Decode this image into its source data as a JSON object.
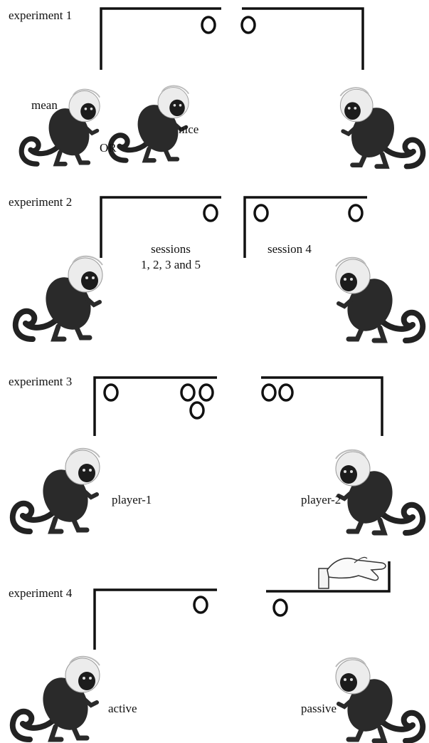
{
  "experiment1": {
    "label": "experiment 1",
    "mean": "mean",
    "nice": "nice",
    "or": "OR"
  },
  "experiment2": {
    "label": "experiment 2",
    "sessions_line1": "sessions",
    "sessions_line2": "1, 2, 3 and 5",
    "session4": "session 4"
  },
  "experiment3": {
    "label": "experiment 3",
    "player1": "player-1",
    "player2": "player-2"
  },
  "experiment4": {
    "label": "experiment 4",
    "active": "active",
    "passive": "passive"
  },
  "icons": [
    "marmoset-icon",
    "food-token-icon",
    "hand-icon"
  ],
  "colors": {
    "ink": "#111111",
    "fur": "#2a2a2a",
    "mane": "#ececec"
  }
}
